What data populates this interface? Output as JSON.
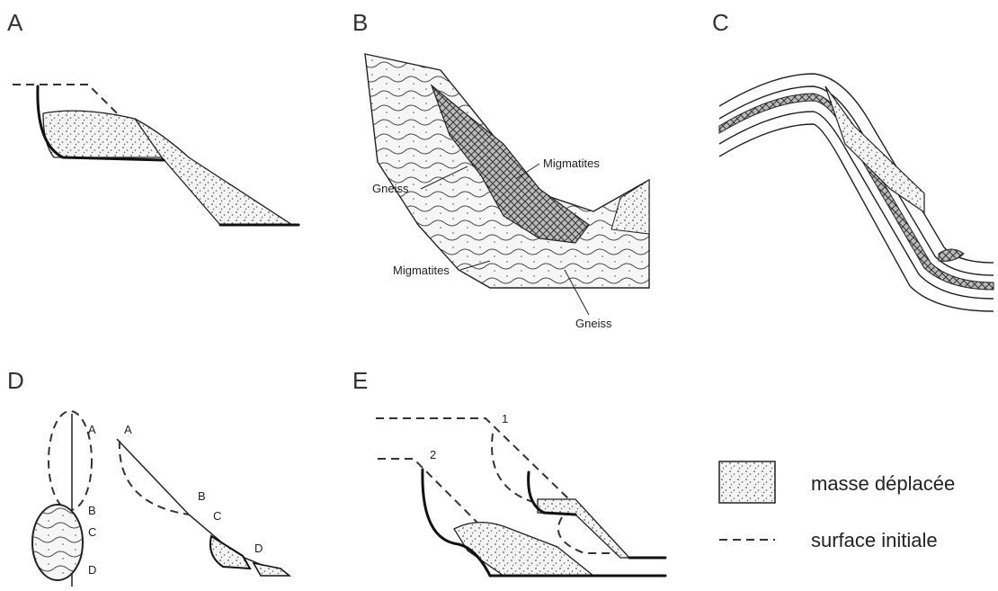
{
  "panels": {
    "a": {
      "letter": "A"
    },
    "b": {
      "letter": "B",
      "labels": [
        "Gneiss",
        "Migmatites",
        "Migmatites",
        "Gneiss"
      ]
    },
    "c": {
      "letter": "C"
    },
    "d": {
      "letter": "D",
      "labels": [
        "A",
        "B",
        "C",
        "D",
        "A",
        "B",
        "C",
        "D"
      ]
    },
    "e": {
      "letter": "E",
      "labels": [
        "1",
        "2"
      ]
    }
  },
  "legend": {
    "displaced_mass": "masse déplacée",
    "initial_surface": "surface initiale"
  },
  "colors": {
    "ink": "#222222",
    "background": "#ffffff",
    "stipple": "#555555"
  }
}
